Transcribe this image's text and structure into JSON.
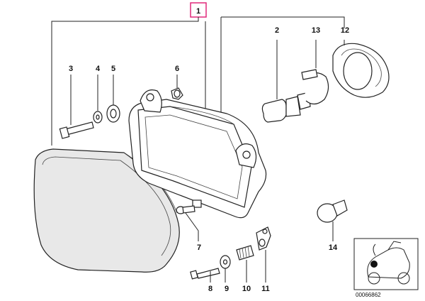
{
  "diagram": {
    "main_callout": "1",
    "callouts": [
      {
        "id": "c2",
        "label": "2"
      },
      {
        "id": "c3",
        "label": "3"
      },
      {
        "id": "c4",
        "label": "4"
      },
      {
        "id": "c5",
        "label": "5"
      },
      {
        "id": "c6",
        "label": "6"
      },
      {
        "id": "c7",
        "label": "7"
      },
      {
        "id": "c8",
        "label": "8"
      },
      {
        "id": "c9",
        "label": "9"
      },
      {
        "id": "c10",
        "label": "10"
      },
      {
        "id": "c11",
        "label": "11"
      },
      {
        "id": "c12",
        "label": "12"
      },
      {
        "id": "c13",
        "label": "13"
      },
      {
        "id": "c14",
        "label": "14"
      }
    ],
    "reference_number": "00066862",
    "colors": {
      "highlight_box": "#e0287a",
      "line": "#222222",
      "part_fill": "#ffffff"
    }
  }
}
